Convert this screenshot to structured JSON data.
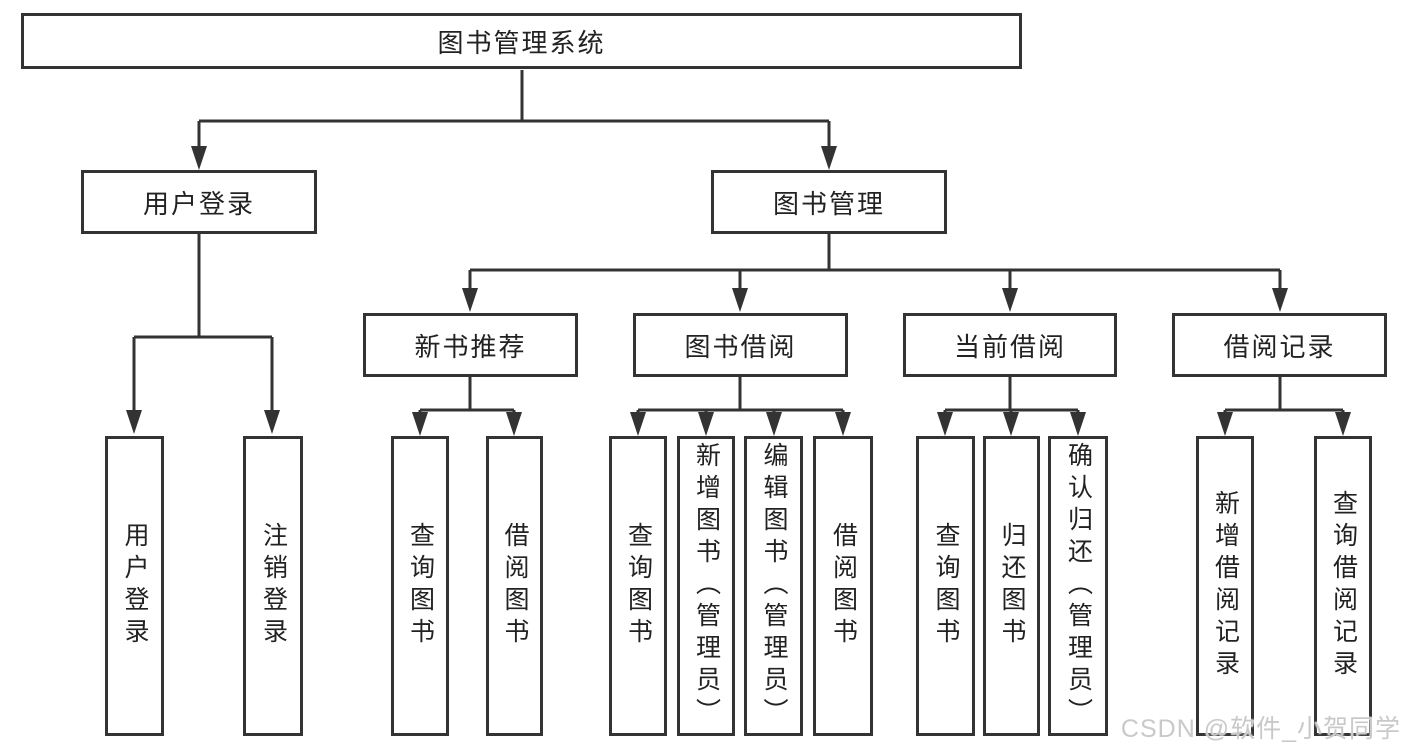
{
  "title": "图书管理系统",
  "tree": {
    "root": {
      "label": "图书管理系统"
    },
    "branches": [
      {
        "label": "用户登录",
        "leaves": [
          {
            "label": "用户登录"
          },
          {
            "label": "注销登录"
          }
        ]
      },
      {
        "label": "图书管理",
        "groups": [
          {
            "label": "新书推荐",
            "leaves": [
              {
                "label": "查询图书"
              },
              {
                "label": "借阅图书"
              }
            ]
          },
          {
            "label": "图书借阅",
            "leaves": [
              {
                "label": "查询图书"
              },
              {
                "label": "新增图书（管理员）"
              },
              {
                "label": "编辑图书（管理员）"
              },
              {
                "label": "借阅图书"
              }
            ]
          },
          {
            "label": "当前借阅",
            "leaves": [
              {
                "label": "查询图书"
              },
              {
                "label": "归还图书"
              },
              {
                "label": "确认归还（管理员）"
              }
            ]
          },
          {
            "label": "借阅记录",
            "leaves": [
              {
                "label": "新增借阅记录"
              },
              {
                "label": "查询借阅记录"
              }
            ]
          }
        ]
      }
    ]
  },
  "watermark": "CSDN @软件_小贺同学",
  "colors": {
    "line": "#333333",
    "box_border": "#333333",
    "text": "#222222",
    "background": "#ffffff",
    "watermark": "#c9c9c9"
  }
}
